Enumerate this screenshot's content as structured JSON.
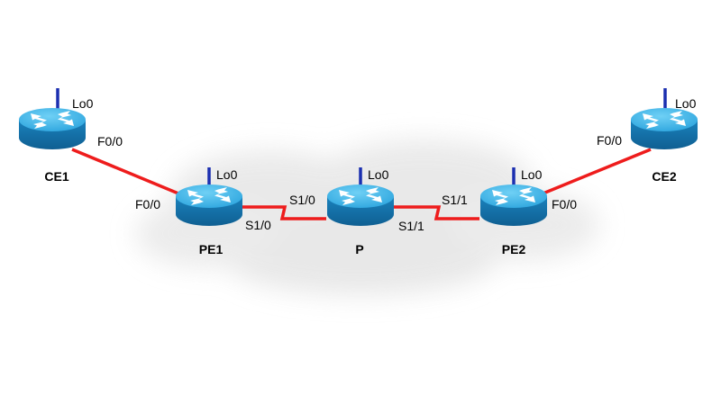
{
  "colors": {
    "link": "#ee1c1c",
    "loopback": "#1b2fb0",
    "router_top": "#40b5e6",
    "router_body": "#1d86c0",
    "cloud": "#dcdcdc"
  },
  "routers": {
    "ce1": {
      "name": "CE1",
      "loopback": "Lo0",
      "icon": "router-icon"
    },
    "pe1": {
      "name": "PE1",
      "loopback": "Lo0",
      "icon": "router-icon"
    },
    "p": {
      "name": "P",
      "loopback": "Lo0",
      "icon": "router-icon"
    },
    "pe2": {
      "name": "PE2",
      "loopback": "Lo0",
      "icon": "router-icon"
    },
    "ce2": {
      "name": "CE2",
      "loopback": "Lo0",
      "icon": "router-icon"
    }
  },
  "interfaces": {
    "ce1_f00": "F0/0",
    "pe1_f00": "F0/0",
    "pe1_s10": "S1/0",
    "p_s10": "S1/0",
    "p_s11": "S1/1",
    "pe2_s11": "S1/1",
    "pe2_f00": "F0/0",
    "ce2_f00": "F0/0"
  }
}
